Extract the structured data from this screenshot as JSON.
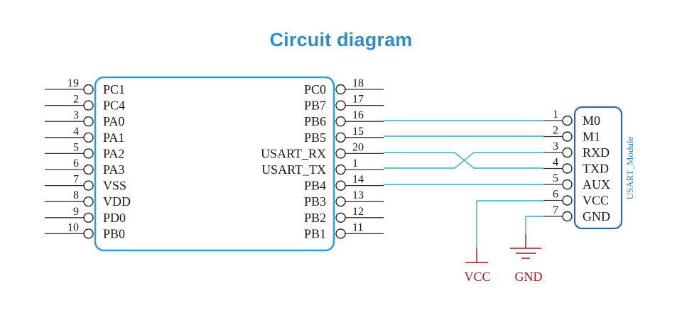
{
  "title": "Circuit diagram",
  "colors": {
    "title": "#2f8ccc",
    "chip_outline": "#2a9ed6",
    "module_outline": "#2c6f9e",
    "wire": "#3aa7d2",
    "power": "#9c1a1a",
    "text": "#1a1a1a"
  },
  "mcu": {
    "left_pins": [
      {
        "num": "19",
        "label": "PC1"
      },
      {
        "num": "2",
        "label": "PC4"
      },
      {
        "num": "3",
        "label": "PA0"
      },
      {
        "num": "4",
        "label": "PA1"
      },
      {
        "num": "5",
        "label": "PA2"
      },
      {
        "num": "6",
        "label": "PA3"
      },
      {
        "num": "7",
        "label": "VSS"
      },
      {
        "num": "8",
        "label": "VDD"
      },
      {
        "num": "9",
        "label": "PD0"
      },
      {
        "num": "10",
        "label": "PB0"
      }
    ],
    "right_pins": [
      {
        "num": "18",
        "label": "PC0"
      },
      {
        "num": "17",
        "label": "PB7"
      },
      {
        "num": "16",
        "label": "PB6"
      },
      {
        "num": "15",
        "label": "PB5"
      },
      {
        "num": "20",
        "label": "USART_RX"
      },
      {
        "num": "1",
        "label": "USART_TX"
      },
      {
        "num": "14",
        "label": "PB4"
      },
      {
        "num": "13",
        "label": "PB3"
      },
      {
        "num": "12",
        "label": "PB2"
      },
      {
        "num": "11",
        "label": "PB1"
      }
    ]
  },
  "module": {
    "name": "USART_Module",
    "pins": [
      {
        "num": "1",
        "label": "M0"
      },
      {
        "num": "2",
        "label": "M1"
      },
      {
        "num": "3",
        "label": "RXD"
      },
      {
        "num": "4",
        "label": "TXD"
      },
      {
        "num": "5",
        "label": "AUX"
      },
      {
        "num": "6",
        "label": "VCC"
      },
      {
        "num": "7",
        "label": "GND"
      }
    ]
  },
  "connections": [
    {
      "from": "PB6",
      "to": "M0"
    },
    {
      "from": "PB5",
      "to": "M1"
    },
    {
      "from": "USART_RX",
      "to": "TXD"
    },
    {
      "from": "USART_TX",
      "to": "RXD"
    },
    {
      "from": "PB4",
      "to": "AUX"
    },
    {
      "from": "VCC",
      "to": "VCC"
    },
    {
      "from": "GND",
      "to": "GND"
    }
  ],
  "power": {
    "vcc_label": "VCC",
    "gnd_label": "GND"
  }
}
